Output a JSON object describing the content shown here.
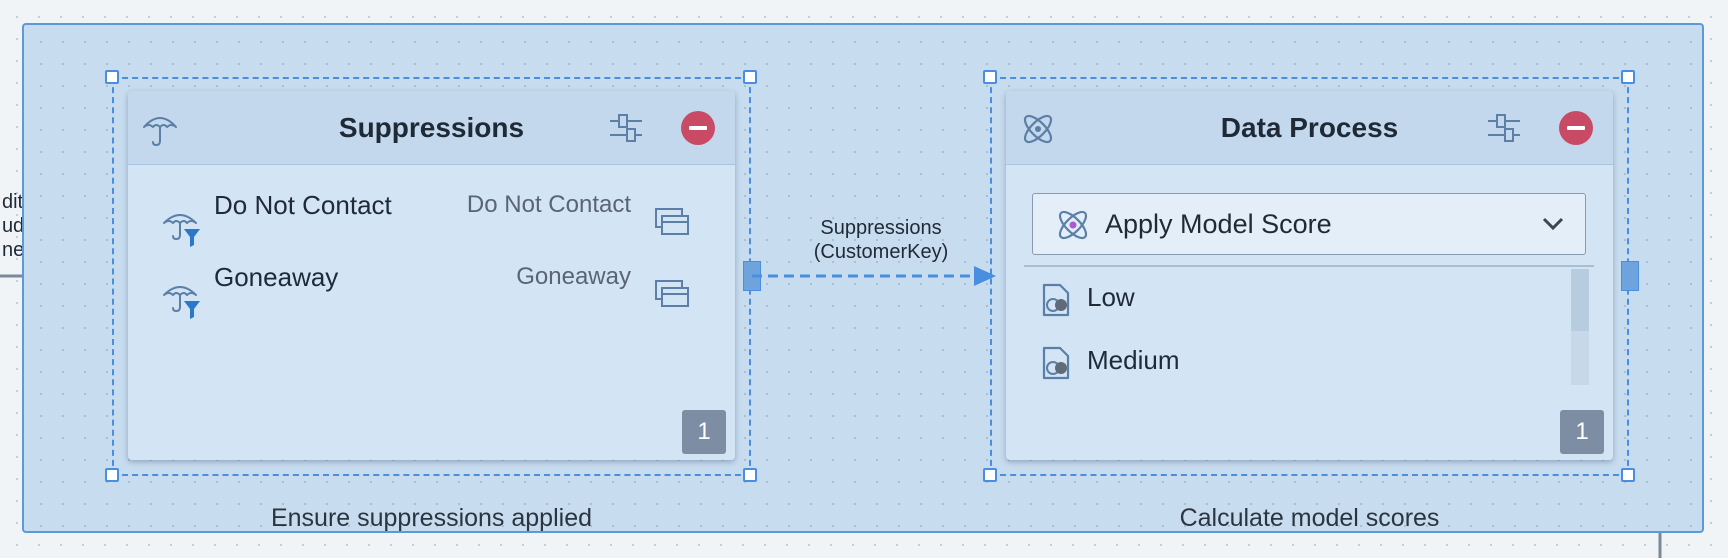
{
  "left_edge_label": [
    "dit Card",
    "udience",
    "nerKey)"
  ],
  "connector": {
    "label_line1": "Suppressions",
    "label_line2": "(CustomerKey)"
  },
  "groups": [
    {
      "caption": "Ensure suppressions applied"
    },
    {
      "caption": "Calculate model scores"
    }
  ],
  "suppressions_card": {
    "title": "Suppressions",
    "icon": "umbrella-icon",
    "rows": [
      {
        "label": "Do Not Contact",
        "value": "Do Not Contact",
        "icon": "umbrella-filter-icon"
      },
      {
        "label": "Goneaway",
        "value": "Goneaway",
        "icon": "umbrella-filter-icon"
      }
    ],
    "badge": "1"
  },
  "data_process_card": {
    "title": "Data Process",
    "icon": "atom-icon",
    "dropdown": {
      "selected": "Apply Model Score",
      "icon": "atom-icon"
    },
    "rows": [
      {
        "label": "Low",
        "icon": "score-segment-icon"
      },
      {
        "label": "Medium",
        "icon": "score-segment-icon"
      }
    ],
    "badge": "1"
  },
  "colors": {
    "accent": "#4a8ee0",
    "remove": "#c84a65",
    "badge": "#7d8ea4",
    "group_bg": "#c8dcf0",
    "card_bg": "#d3e4f5",
    "icon": "#5b7fa6"
  }
}
